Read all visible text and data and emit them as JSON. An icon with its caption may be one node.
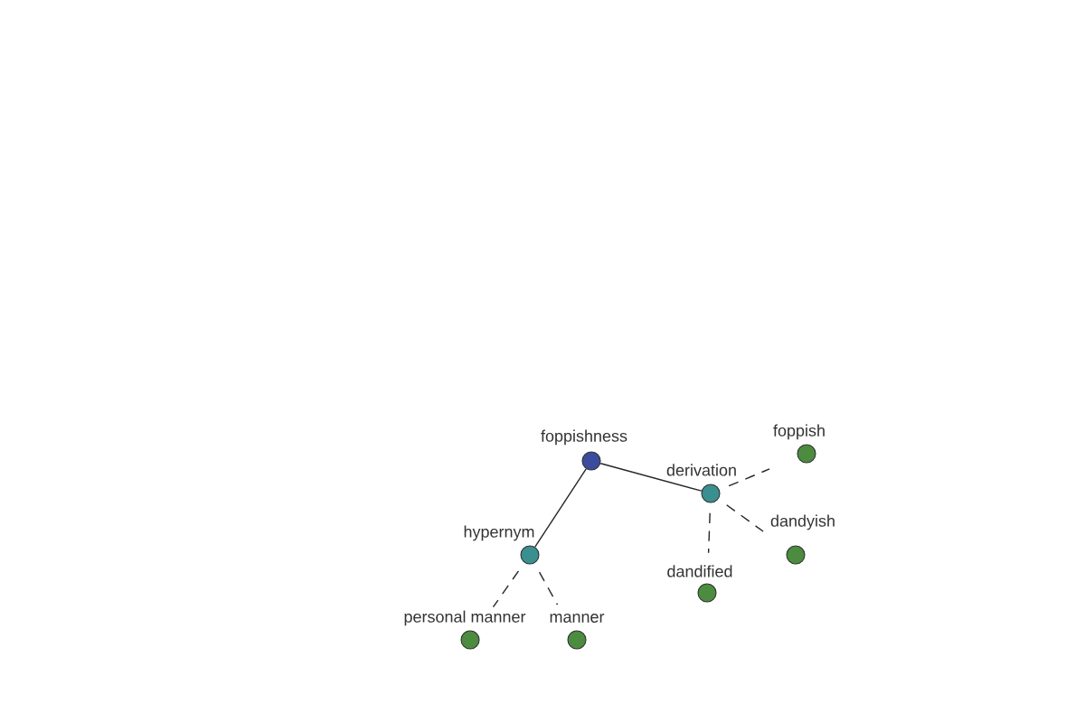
{
  "diagram": {
    "nodes": [
      {
        "text": [
          "foppishness"
        ]
      },
      {
        "text": [
          "derivation"
        ]
      },
      {
        "text": [
          "foppish"
        ]
      },
      {
        "text": [
          "hypernym"
        ]
      },
      {
        "text": [
          "dandified"
        ]
      },
      {
        "text": [
          "dandyish"
        ]
      },
      {
        "text": [
          "personal manner"
        ]
      },
      {
        "text": [
          "manner"
        ]
      }
    ],
    "edges": [
      {
        "from": 0,
        "to": 1,
        "arrow": "none"
      },
      {
        "from": 0,
        "to": 3,
        "arrow": "none"
      },
      {
        "from": 1,
        "to": 2,
        "arrow": "none",
        "style": "dashed"
      },
      {
        "from": 1,
        "to": 5,
        "arrow": "none",
        "style": "dashed"
      },
      {
        "from": 1,
        "to": 4,
        "arrow": "none",
        "style": "dashed"
      },
      {
        "from": 3,
        "to": 6,
        "arrow": "none",
        "style": "dashed"
      },
      {
        "from": 3,
        "to": 7,
        "arrow": "none",
        "style": "dashed"
      }
    ]
  }
}
